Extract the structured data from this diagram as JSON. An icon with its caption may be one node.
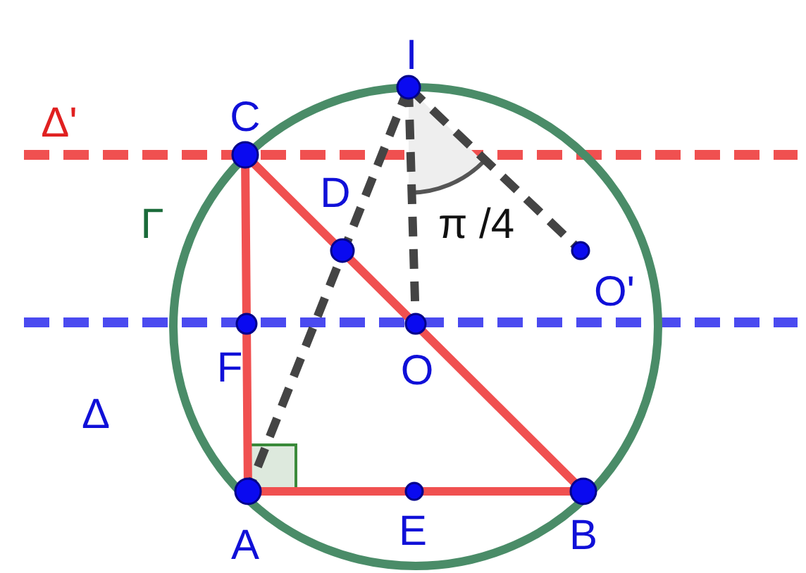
{
  "diagram": {
    "labels": [
      "I",
      "Δ'",
      "C",
      "D",
      "Γ",
      "π /4",
      "O'",
      "F",
      "O",
      "Δ",
      "A",
      "E",
      "B"
    ]
  }
}
